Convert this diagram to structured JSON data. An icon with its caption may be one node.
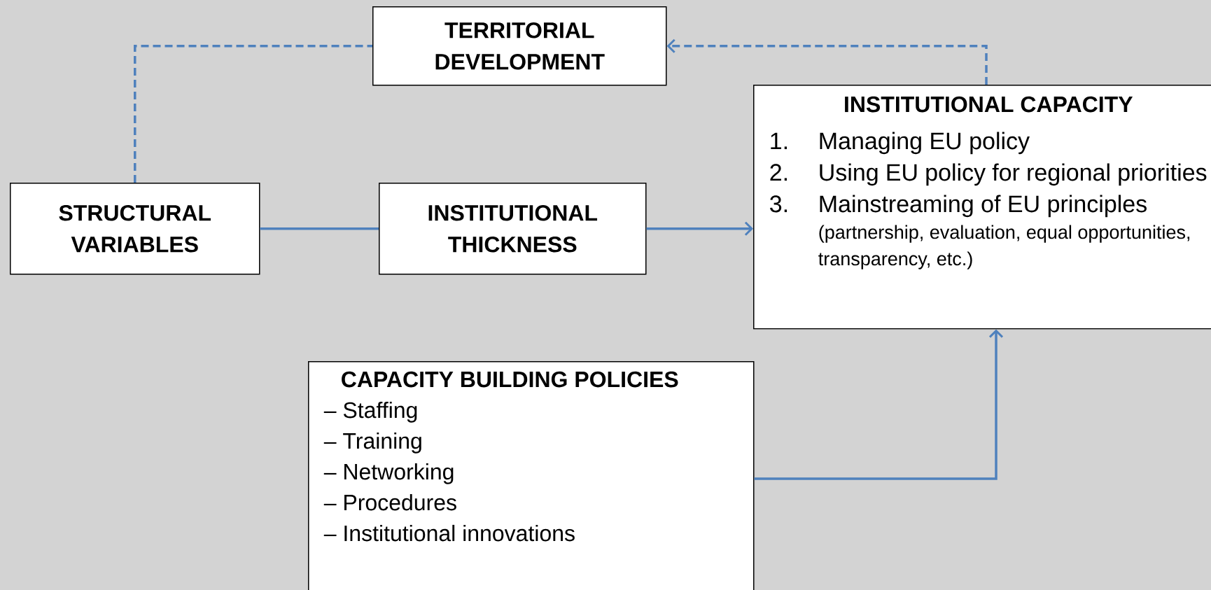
{
  "diagram": {
    "nodes": [
      {
        "text": [
          "TERRITORIAL DEVELOPMENT"
        ]
      },
      {
        "text": [
          "STRUCTURAL VARIABLES"
        ]
      },
      {
        "text": [
          "INSTITUTIONAL THICKNESS"
        ]
      },
      {
        "text": [
          "INSTITUTIONAL CAPACITY",
          "1.",
          "Managing EU policy",
          "2.",
          "Using EU policy for regional priorities",
          "3.",
          "Mainstreaming of EU principles",
          "(partnership, evaluation, equal opportunities, transparency, etc.)"
        ]
      },
      {
        "text": [
          "CAPACITY BUILDING POLICIES",
          "– Staffing",
          "– Training",
          "– Networking",
          "– Procedures",
          "– Institutional innovations"
        ]
      }
    ],
    "edges": [
      {
        "from": 1,
        "to": 0,
        "arrow": "none",
        "style": "dashed"
      },
      {
        "from": 3,
        "to": 0,
        "arrow": "to",
        "style": "dashed"
      },
      {
        "from": 1,
        "to": 2,
        "arrow": "none"
      },
      {
        "from": 2,
        "to": 3,
        "arrow": "to"
      },
      {
        "from": 4,
        "to": 3,
        "arrow": "to"
      }
    ]
  }
}
